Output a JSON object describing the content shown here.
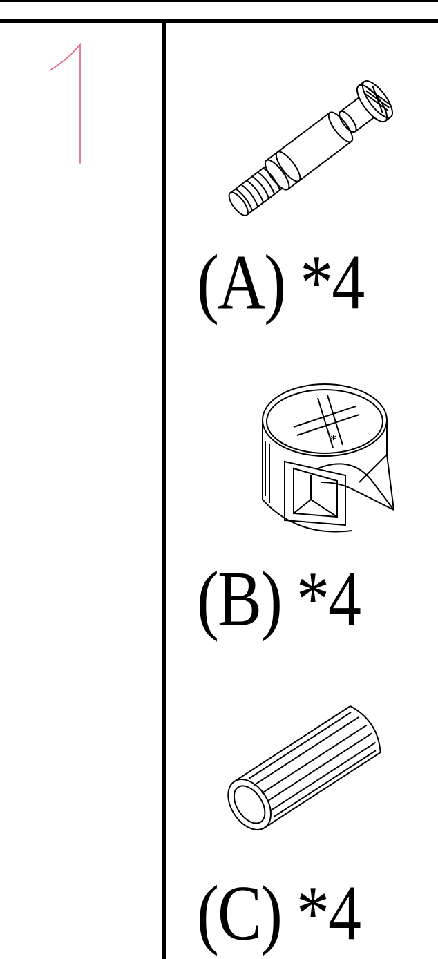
{
  "step": {
    "number": "1"
  },
  "parts": [
    {
      "label": "(A) *4",
      "icon": "cam-bolt-icon"
    },
    {
      "label": "(B) *4",
      "icon": "cam-lock-nut-icon"
    },
    {
      "label": "(C) *4",
      "icon": "wooden-dowel-icon"
    }
  ],
  "colors": {
    "step_number": "#e0607a",
    "line": "#000000"
  }
}
